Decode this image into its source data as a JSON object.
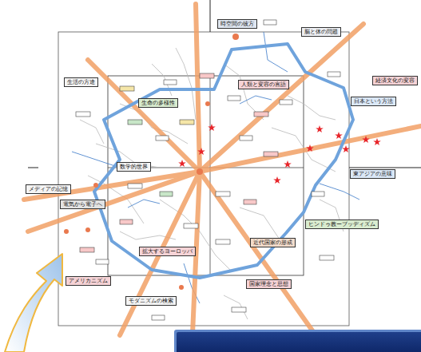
{
  "diagram": {
    "nodes": [
      {
        "text": [
          "時空間の彼方"
        ]
      },
      {
        "text": [
          "脳と体の問題"
        ]
      },
      {
        "text": [
          "人類と変容の言語"
        ]
      },
      {
        "text": [
          "生活の方途"
        ]
      },
      {
        "text": [
          "生命の多様性"
        ]
      },
      {
        "text": [
          "経済文化の変容"
        ]
      },
      {
        "text": [
          "日本という方法"
        ]
      },
      {
        "text": [
          "数学的世界"
        ]
      },
      {
        "text": [
          "東アジアの意味"
        ]
      },
      {
        "text": [
          "メディアの記憶"
        ]
      },
      {
        "text": [
          "電気から電子へ"
        ]
      },
      {
        "text": [
          "ヒンドゥ教ーブッディズム"
        ]
      },
      {
        "text": [
          "近代国家の形成"
        ]
      },
      {
        "text": [
          "拡大するヨーロッパ"
        ]
      },
      {
        "text": [
          "アメリカニズム"
        ]
      },
      {
        "text": [
          "国家理念と思想"
        ]
      },
      {
        "text": [
          "モダニズムの検索"
        ]
      }
    ]
  }
}
